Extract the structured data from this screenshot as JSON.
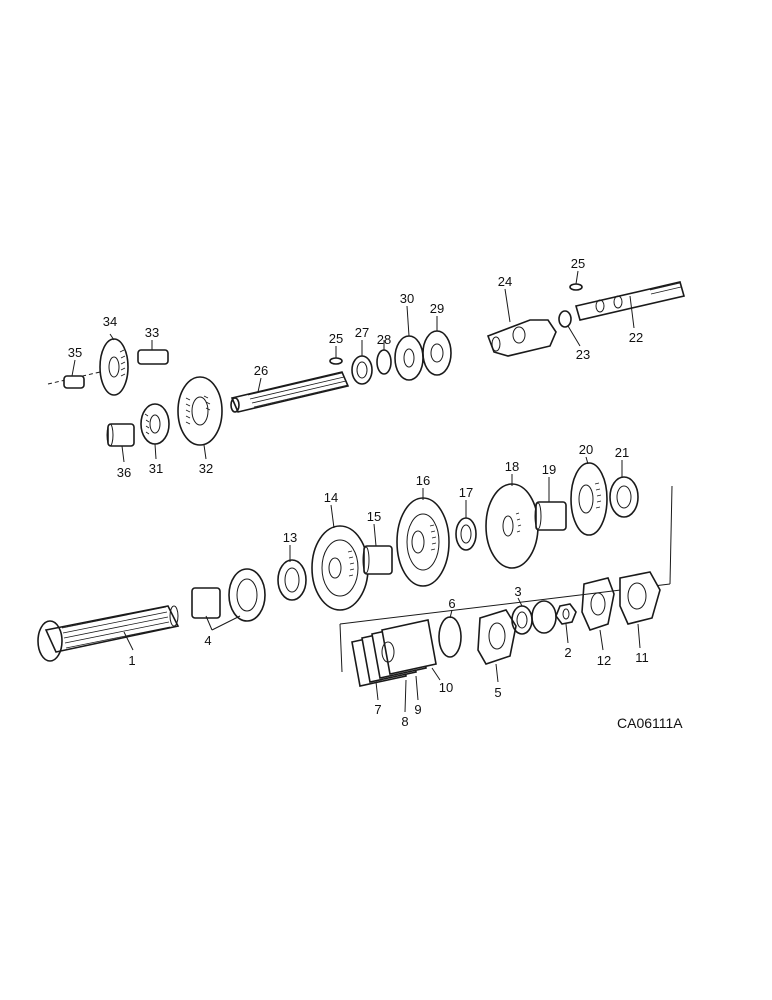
{
  "drawing": {
    "reference_code": "CA06111A",
    "callouts": [
      "1",
      "2",
      "3",
      "4",
      "5",
      "6",
      "7",
      "8",
      "9",
      "10",
      "11",
      "12",
      "13",
      "14",
      "15",
      "16",
      "17",
      "18",
      "19",
      "20",
      "21",
      "22",
      "23",
      "24",
      "25",
      "25",
      "26",
      "27",
      "28",
      "29",
      "30",
      "31",
      "32",
      "33",
      "34",
      "35",
      "36"
    ]
  }
}
